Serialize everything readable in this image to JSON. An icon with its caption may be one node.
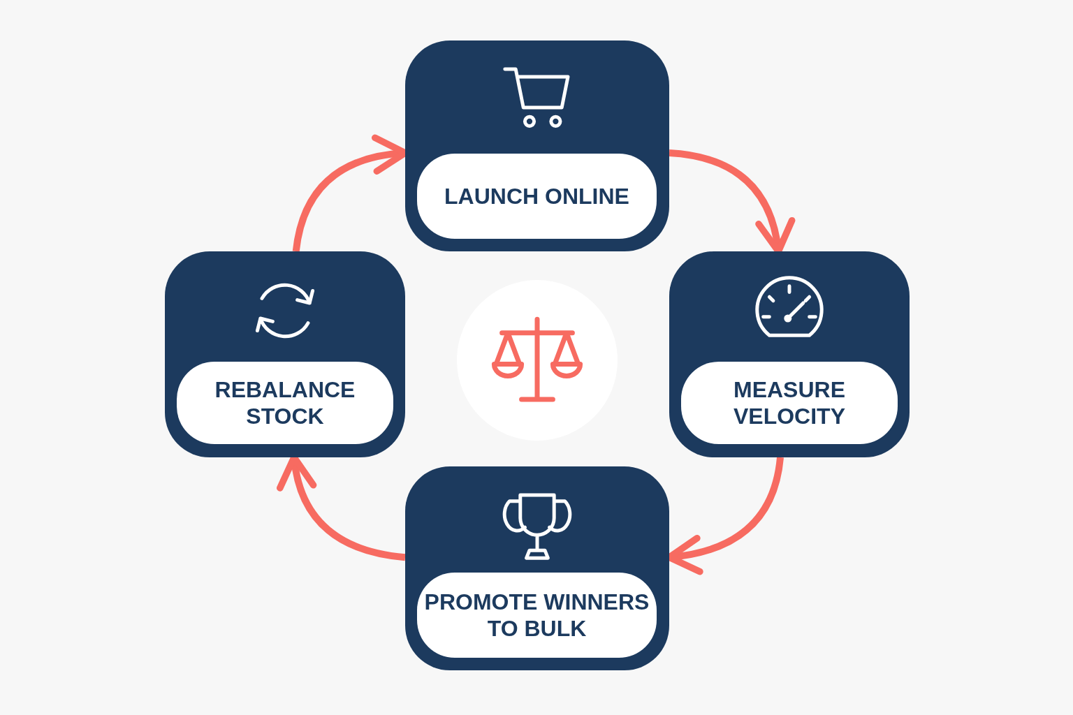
{
  "diagram": {
    "nodes": [
      {
        "text": [
          "LAUNCH ONLINE"
        ]
      },
      {
        "text": [
          "REBALANCE STOCK"
        ]
      },
      {
        "text": [],
        "shape": "circle"
      },
      {
        "text": [
          "MEASURE VELOCITY"
        ]
      },
      {
        "text": [
          "PROMOTE WINNERS TO BULK"
        ]
      }
    ],
    "edges": [
      {
        "from": 0,
        "to": 3,
        "arrow": "to"
      },
      {
        "from": 3,
        "to": 4,
        "arrow": "to"
      },
      {
        "from": 4,
        "to": 1,
        "arrow": "to"
      },
      {
        "from": 1,
        "to": 0,
        "arrow": "to"
      }
    ]
  }
}
